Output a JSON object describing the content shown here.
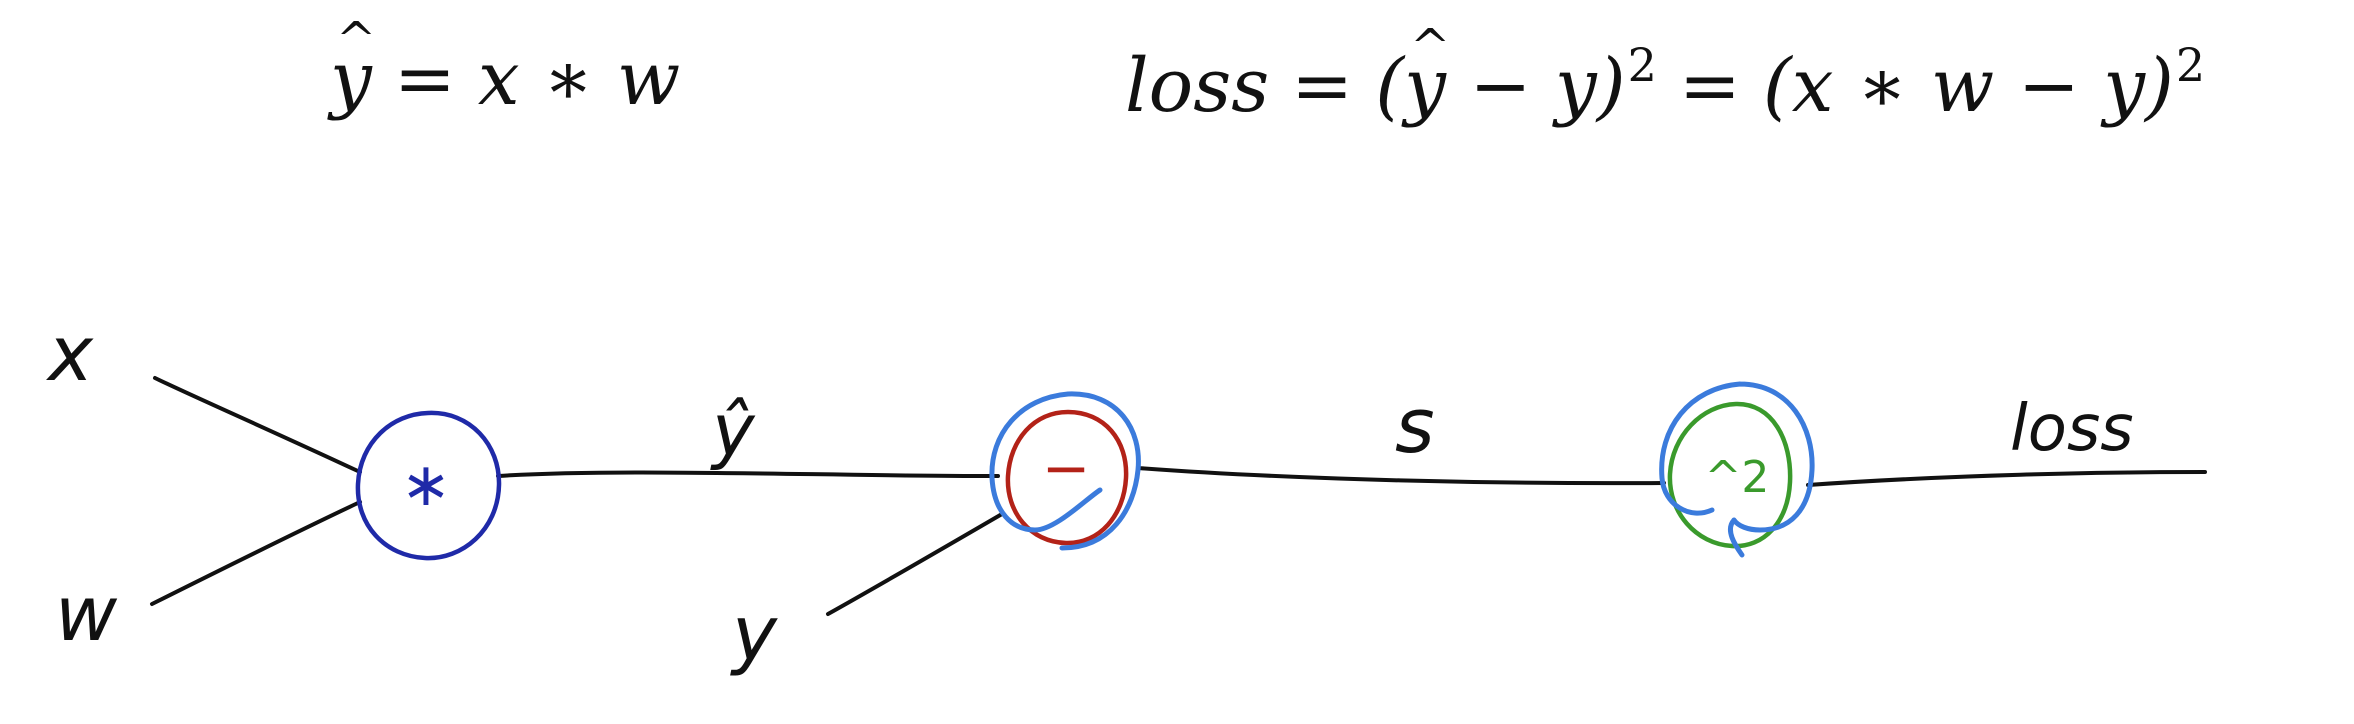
{
  "equations": {
    "left": {
      "lhs": "y",
      "eq": "=",
      "rhs": "x ∗ w"
    },
    "right": {
      "lhs": "loss",
      "eq1": "=",
      "mid_open": "(",
      "mid_hat": "y",
      "mid_rest": " − y)",
      "mid_exp": "2",
      "eq2": "=",
      "rhs": "(x ∗ w − y)",
      "rhs_exp": "2"
    }
  },
  "graph": {
    "inputs": {
      "x": "x",
      "w": "w",
      "y": "y"
    },
    "edges": {
      "yhat": "ŷ",
      "s": "s",
      "loss": "loss"
    },
    "nodes": {
      "mul": {
        "symbol": "∗",
        "color": "#1f2aa8"
      },
      "sub": {
        "symbol": "−",
        "color": "#b32218"
      },
      "sq": {
        "symbol": "^2",
        "color": "#3a9a2c"
      }
    },
    "highlight_color": "#3b7bdc"
  }
}
